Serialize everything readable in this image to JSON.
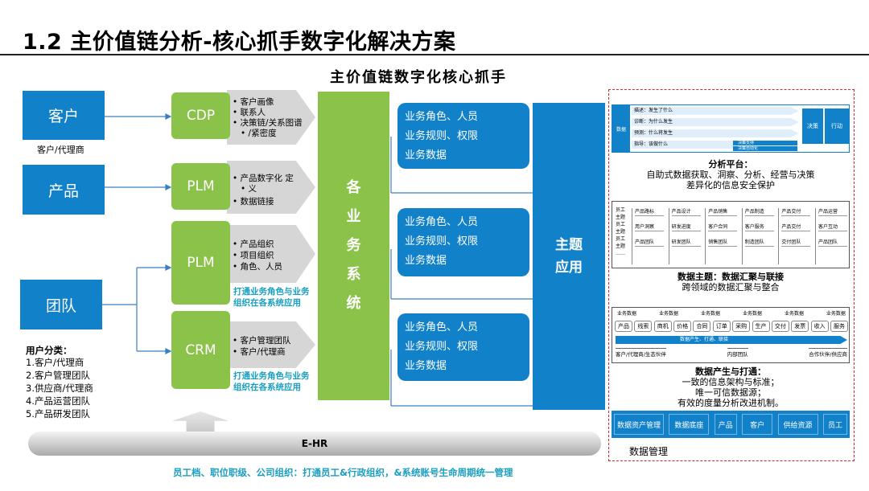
{
  "header": {
    "title": "1.2 主价值链分析-核心抓手数字化解决方案",
    "subtitle": "主价值链数字化核心抓手"
  },
  "left": {
    "customer": {
      "label": "客户",
      "caption": "客户/代理商"
    },
    "product": {
      "label": "产品"
    },
    "team": {
      "label": "团队"
    },
    "user_class": {
      "title": "用户分类：",
      "items": [
        "1.客户/代理商",
        "2.客户管理团队",
        "3.供应商/代理商",
        "4.产品运营团队",
        "5.产品研发团队"
      ]
    }
  },
  "systems": [
    {
      "label": "CDP",
      "bullets": [
        "客户画像",
        "联系人",
        "决策链/关系图谱",
        "/紧密度"
      ]
    },
    {
      "label": "PLM",
      "bullets": [
        "产品数字化 定",
        "义",
        "数据链接"
      ]
    },
    {
      "label": "PLM",
      "bullets": [
        "产品组织",
        "项目组织",
        "角色、人员"
      ],
      "note": [
        "打通业务角色与业务",
        "组织在各系统应用"
      ]
    },
    {
      "label": "CRM",
      "bullets": [
        "客户管理团队",
        "客户/代理商"
      ],
      "note": [
        "打通业务角色与业务",
        "组织在各系统应用"
      ]
    }
  ],
  "business_systems": {
    "chars": [
      "各",
      "业",
      "务",
      "系",
      "统"
    ]
  },
  "role_boxes": [
    {
      "lines": [
        "业务角色、人员",
        "业务规则、权限",
        "业务数据"
      ]
    },
    {
      "lines": [
        "业务角色、人员",
        "业务规则、权限",
        "业务数据"
      ]
    },
    {
      "lines": [
        "业务角色、人员",
        "业务规则、权限",
        "业务数据"
      ]
    }
  ],
  "theme_app": {
    "lines": [
      "主题",
      "应用"
    ]
  },
  "right_panel": {
    "analysis_chart": {
      "data_label": "数据",
      "rows": [
        "描述：发生了什么",
        "诊断：为什么发生",
        "预测：什么将发生",
        "指导：该做什么"
      ],
      "decision": "决策",
      "action": "行动",
      "extra": [
        "决策支持",
        "决策自动化"
      ]
    },
    "analysis": {
      "title": "分析平台：",
      "lines": [
        "自助式数据获取、洞察、分析、经营与决策",
        "差异化的信息安全保护"
      ]
    },
    "theme_grid": {
      "side": [
        "员工",
        "主题",
        "员工",
        "主题",
        "员工",
        "主题",
        "……"
      ],
      "cols": [
        [
          "产品路标",
          "用户洞察",
          "产品团队"
        ],
        [
          "产品设计",
          "研发进度",
          "研发团队"
        ],
        [
          "产品销售",
          "客户合同",
          "销售团队"
        ],
        [
          "产品制造",
          "客户服务",
          "制造团队"
        ],
        [
          "产品交付",
          "产品交付",
          "交付团队"
        ],
        [
          "产品运营",
          "客户互动",
          "产品团队"
        ]
      ]
    },
    "data_theme": {
      "title": "数据主题：数据汇聚与联接",
      "line": "跨领域的数据汇聚与整合"
    },
    "flow": {
      "top": [
        "业务数据",
        "业务数据",
        "业务数据",
        "业务数据",
        "业务数据",
        "业务数据"
      ],
      "pills": [
        "产品",
        "线索",
        "商机",
        "价格",
        "合同",
        "订单",
        "采购",
        "生产",
        "交付",
        "发票",
        "收入",
        "服务"
      ],
      "arrow": "数据产生、打通、联接",
      "bottom": [
        "客户/代理商/生态伙伴",
        "内部团队",
        "合作伙伴/供应商"
      ]
    },
    "data_gen": {
      "title": "数据产生与打通：",
      "lines": [
        "一致的信息架构与标准；",
        "唯一可信数据源；",
        "有效的度量分析改进机制。"
      ]
    },
    "dm_items": [
      "数据资产管理",
      "数据底座",
      "产品",
      "客户",
      "供给资源",
      "员工"
    ],
    "dm_label": "数据管理"
  },
  "ehr": "E-HR",
  "footer": "员工档、职位职级、公司组织：打通员工&行政组织，&系统账号生命周期统一管理"
}
